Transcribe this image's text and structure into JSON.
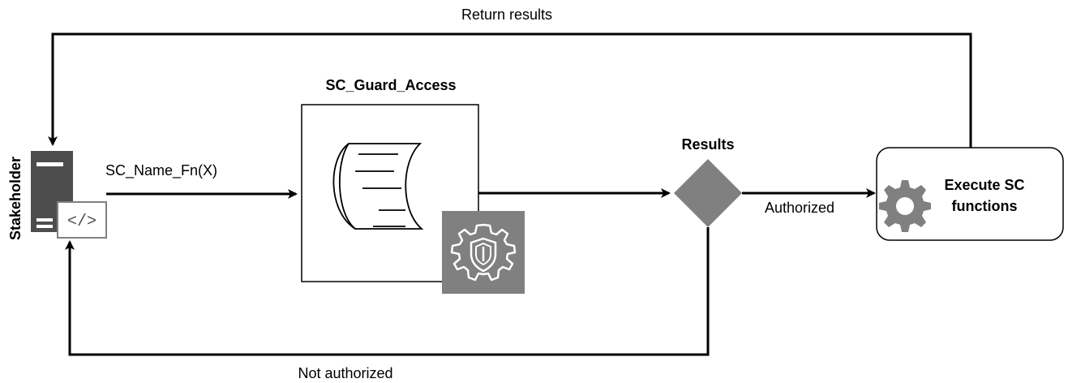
{
  "actor": {
    "label": "Stakeholder",
    "code_icon_text": "</>"
  },
  "call_label": "SC_Name_Fn(X)",
  "guard": {
    "title": "SC_Guard_Access"
  },
  "decision": {
    "title": "Results"
  },
  "edges": {
    "authorized": "Authorized",
    "not_authorized": "Not authorized",
    "return_results": "Return results"
  },
  "execute": {
    "line1": "Execute SC",
    "line2": "functions"
  },
  "colors": {
    "line": "#000000",
    "icon_dark": "#4d4d4d",
    "icon_mid": "#808080",
    "box_stroke": "#000000"
  }
}
